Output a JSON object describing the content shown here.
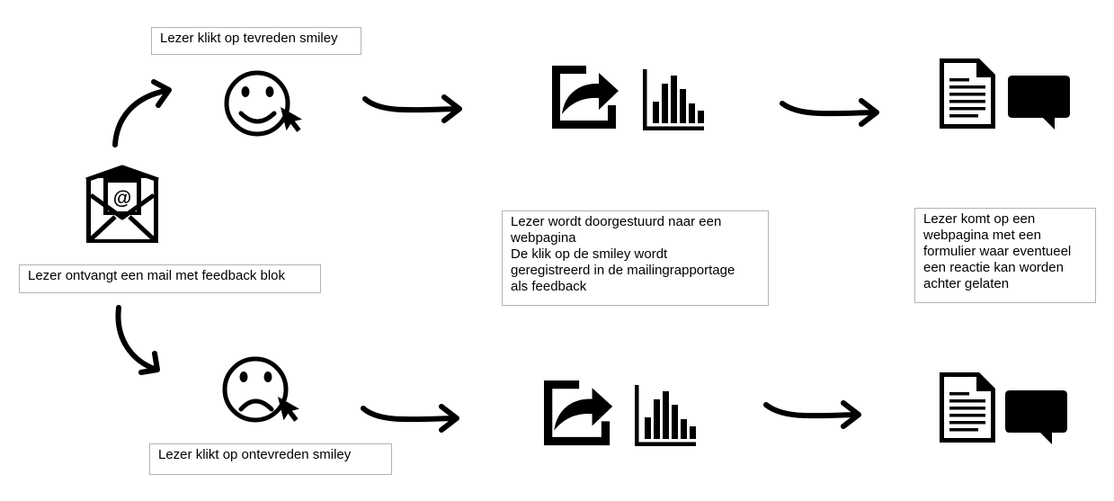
{
  "diagram": {
    "labels": {
      "happy_click": "Lezer klikt op tevreden smiley",
      "receive_mail": "Lezer ontvangt een mail met feedback blok",
      "sad_click": "Lezer klikt op ontevreden smiley",
      "redirect_info": "Lezer wordt doorgestuurd naar een\nwebpagina\nDe klik op de smiley wordt\ngeregistreerd in de mailingrapportage\nals feedback",
      "form_info": "Lezer komt op een\nwebpagina met een\nformulier waar eventueel\neen reactie kan worden\nachter gelaten"
    },
    "icons": {
      "mail": "email-open-icon",
      "happy": "happy-smiley-icon",
      "sad": "sad-smiley-icon",
      "cursor": "cursor-arrow-icon",
      "share": "share-redirect-icon",
      "chart": "bar-chart-icon",
      "document": "document-icon",
      "comment": "comment-bubble-icon"
    },
    "colors": {
      "ink": "#000000",
      "box_border": "#b3b3b3"
    }
  }
}
